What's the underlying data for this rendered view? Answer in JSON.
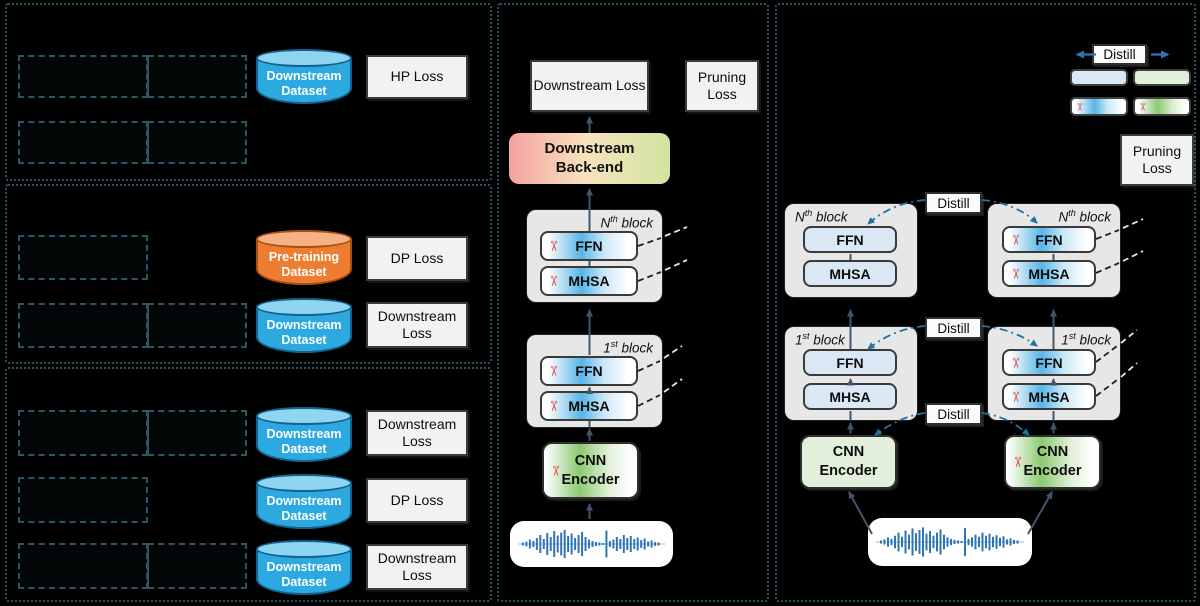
{
  "left": {
    "s1r1": {
      "dataset": "Downstream Dataset",
      "loss": "HP Loss"
    },
    "s2r1": {
      "dataset": "Pre-training Dataset",
      "loss": "DP Loss"
    },
    "s2r2": {
      "dataset": "Downstream Dataset",
      "loss": "Downstream Loss"
    },
    "s3r1": {
      "dataset": "Downstream Dataset",
      "loss": "Downstream Loss"
    },
    "s3r2": {
      "dataset": "Downstream Dataset",
      "loss": "DP Loss"
    },
    "s3r3": {
      "dataset": "Downstream Dataset",
      "loss": "Downstream Loss"
    }
  },
  "middle": {
    "downstream_loss": "Downstream Loss",
    "pruning_loss": "Pruning Loss",
    "backend": "Downstream Back-end",
    "ffn": "FFN",
    "mhsa": "MHSA",
    "cnn_encoder": "CNN Encoder",
    "nth": {
      "base": "N",
      "sup": "th",
      "word": " block"
    },
    "first": {
      "base": "1",
      "sup": "st",
      "word": " block"
    }
  },
  "right": {
    "distill": "Distill",
    "pruning_loss": "Pruning Loss",
    "ffn": "FFN",
    "mhsa": "MHSA",
    "cnn_encoder": "CNN Encoder",
    "nth": {
      "base": "N",
      "sup": "th",
      "word": " block"
    },
    "first": {
      "base": "1",
      "sup": "st",
      "word": " block"
    }
  },
  "icons": {
    "scissors": "✂",
    "scissors_meaning": "pruned-component"
  },
  "colors": {
    "dataset_blue": "#2BA9E0",
    "dataset_orange": "#ED7D31",
    "block_gray": "#E8E7E7",
    "solid_blue": "#DAE8F5",
    "solid_green": "#E2EFDA",
    "backend_gradient": [
      "#F4A2A2",
      "#F8E3BE",
      "#CFE49F"
    ],
    "arrow": "#44546A",
    "distill_arrow": "#2173A0",
    "waveform": "#2E75B6",
    "panel_border": "#2A535F"
  }
}
